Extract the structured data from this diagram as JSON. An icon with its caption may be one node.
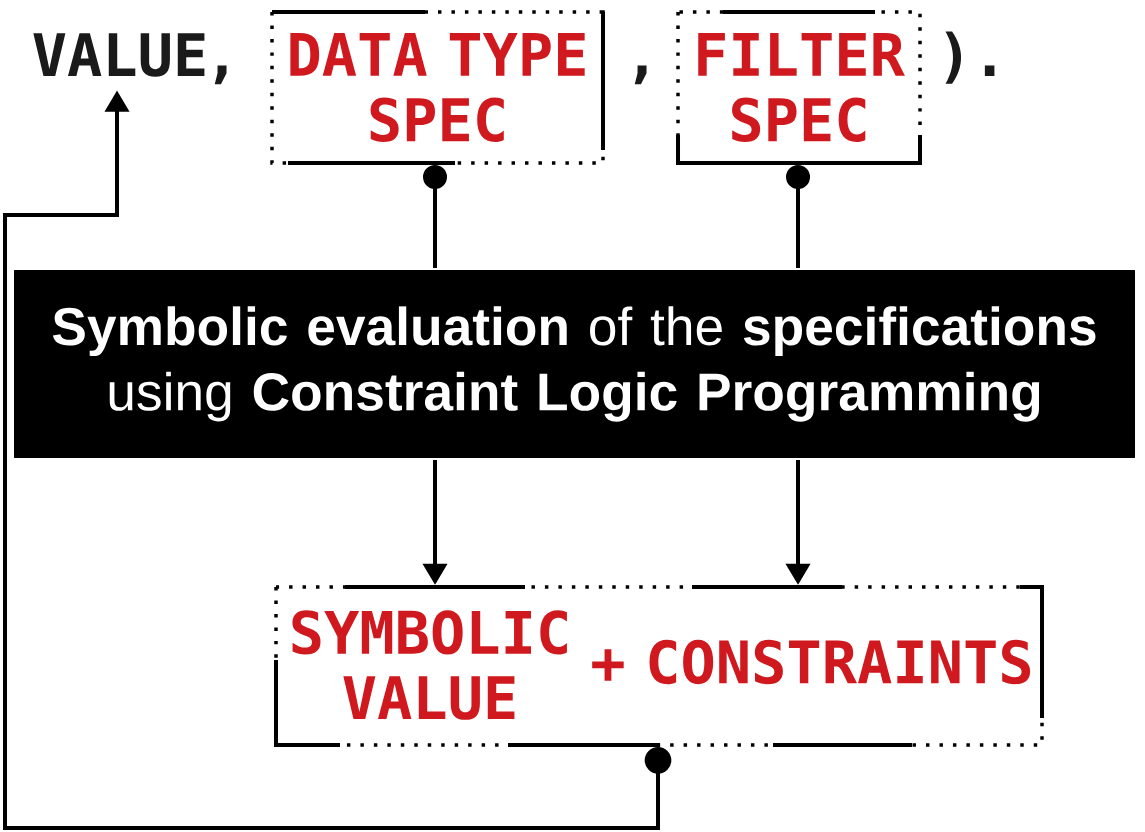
{
  "diagram": {
    "nodes": [
      {
        "text": [
          "VALUE"
        ]
      },
      {
        "text": [
          "DATA TYPE SPEC"
        ]
      },
      {
        "text": [
          "FILTER SPEC"
        ]
      },
      {
        "text": [
          "**Symbolic evaluation** of the **specifications** using **Constraint Logic Programming**"
        ]
      },
      {
        "text": [
          "SYMBOLIC VALUE",
          "+ CONSTRAINTS"
        ]
      }
    ],
    "edges": [
      {
        "from": 1,
        "to": 3,
        "arrow": "other"
      },
      {
        "from": 2,
        "to": 3,
        "arrow": "other"
      },
      {
        "from": 3,
        "to": 4,
        "arrow": "to"
      },
      {
        "from": 3,
        "to": 4,
        "arrow": "to"
      },
      {
        "from": 4,
        "to": 0,
        "arrow": "to"
      }
    ],
    "labels": [
      ",",
      ",",
      ")."
    ]
  }
}
